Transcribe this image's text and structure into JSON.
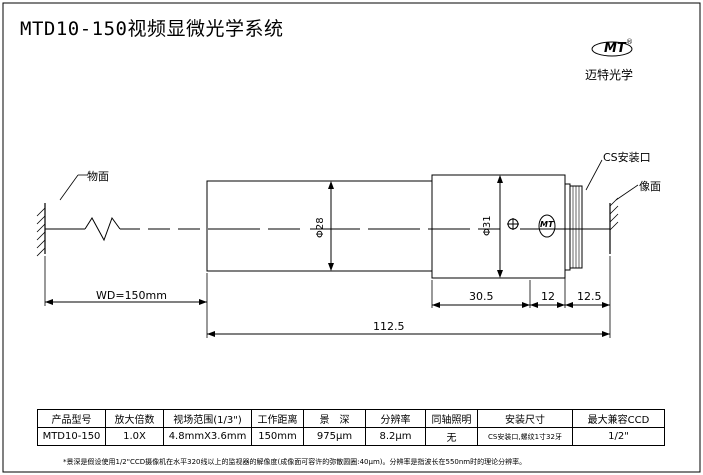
{
  "title": "MTD10-150视频显微光学系统",
  "brand": {
    "logo": "MT",
    "registered": "®",
    "name": "迈特光学"
  },
  "labels": {
    "object_plane": "物面",
    "image_plane": "像面",
    "mount": "CS安装口",
    "wd": "WD=150mm",
    "dim_30_5": "30.5",
    "dim_12": "12",
    "dim_12_5": "12.5",
    "dim_112_5": "112.5",
    "dia_28": "Φ28",
    "dia_31": "Φ31",
    "body_logo": "MT"
  },
  "table": {
    "headers": [
      "产品型号",
      "放大倍数",
      "视场范围(1/3\")",
      "工作距离",
      "景　深",
      "分辨率",
      "同轴照明",
      "安装尺寸",
      "最大兼容CCD"
    ],
    "row": [
      "MTD10-150",
      "1.0X",
      "4.8mmX3.6mm",
      "150mm",
      "975μm",
      "8.2μm",
      "无",
      "CS安装口,螺纹1寸32牙",
      "1/2\""
    ]
  },
  "note": "*景深是假设使用1/2\"CCD摄像机在水平320线以上的监视器的解像度(成像面可容许的弥散圆圈:40μm)。分辨率是指波长在550nm时的理论分辨率。"
}
